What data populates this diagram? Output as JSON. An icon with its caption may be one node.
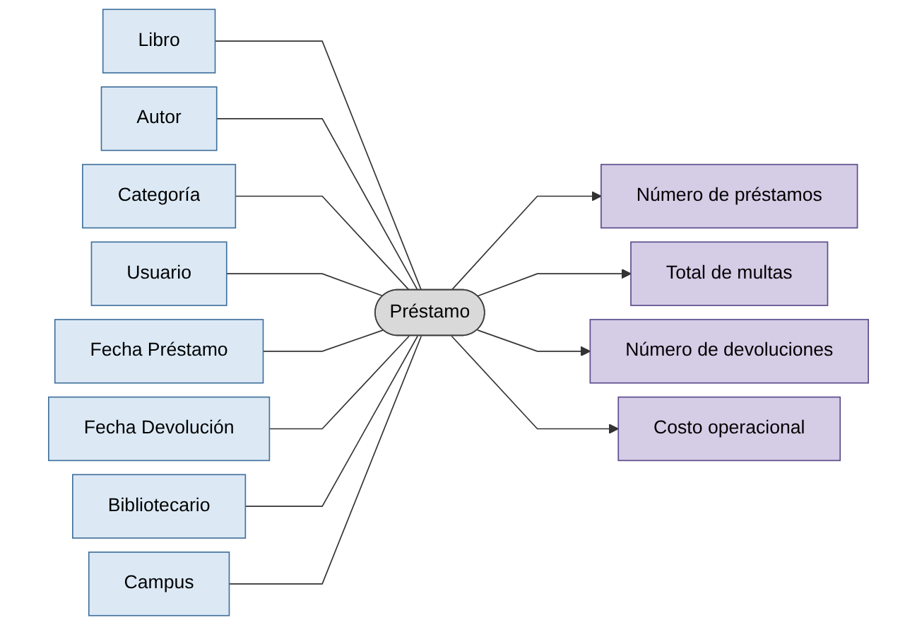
{
  "diagram": {
    "nodes": [
      {
        "text": [
          "Libro"
        ]
      },
      {
        "text": [
          "Autor"
        ]
      },
      {
        "text": [
          "Categoría"
        ]
      },
      {
        "text": [
          "Usuario"
        ]
      },
      {
        "text": [
          "Fecha Préstamo"
        ]
      },
      {
        "text": [
          "Fecha Devolución"
        ]
      },
      {
        "text": [
          "Bibliotecario"
        ]
      },
      {
        "text": [
          "Campus"
        ]
      },
      {
        "text": [
          "Préstamo"
        ]
      },
      {
        "text": [
          "Número de préstamos"
        ]
      },
      {
        "text": [
          "Total de multas"
        ]
      },
      {
        "text": [
          "Número de devoluciones"
        ]
      },
      {
        "text": [
          "Costo operacional"
        ]
      }
    ],
    "edges": [
      {
        "from": 0,
        "to": 8,
        "arrow": "none"
      },
      {
        "from": 1,
        "to": 8,
        "arrow": "none"
      },
      {
        "from": 2,
        "to": 8,
        "arrow": "none"
      },
      {
        "from": 3,
        "to": 8,
        "arrow": "none"
      },
      {
        "from": 4,
        "to": 8,
        "arrow": "none"
      },
      {
        "from": 5,
        "to": 8,
        "arrow": "none"
      },
      {
        "from": 6,
        "to": 8,
        "arrow": "none"
      },
      {
        "from": 7,
        "to": 8,
        "arrow": "none"
      },
      {
        "from": 8,
        "to": 9,
        "arrow": "to"
      },
      {
        "from": 8,
        "to": 10,
        "arrow": "to"
      },
      {
        "from": 8,
        "to": 11,
        "arrow": "to"
      },
      {
        "from": 8,
        "to": 12,
        "arrow": "to"
      }
    ]
  }
}
